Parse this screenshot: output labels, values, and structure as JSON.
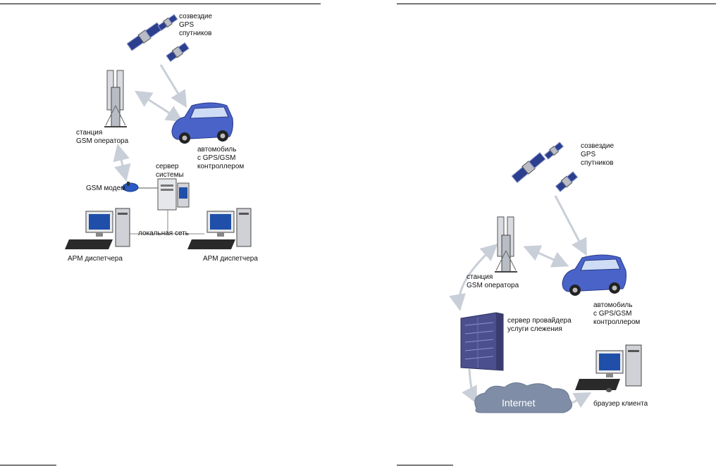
{
  "left_diagram": {
    "satellites": "созвездие\nGPS\nспутников",
    "station": "станция\nGSM оператора",
    "car": "автомобиль\nс GPS/GSM\nконтроллером",
    "server": "сервер\nсистемы",
    "modem": "GSM модем",
    "lan": "локальная сеть",
    "dispatcher_left": "АРМ диспетчера",
    "dispatcher_right": "АРМ диспетчера"
  },
  "right_diagram": {
    "satellites": "созвездие\nGPS\nспутников",
    "station": "станция\nGSM оператора",
    "car": "автомобиль\nс GPS/GSM\nконтроллером",
    "provider_server": "сервер провайдера\nуслуги слежения",
    "internet": "Internet",
    "client_browser": "браузер клиента"
  },
  "colors": {
    "arrow": "#c9cfd8",
    "car": "#4a63c9",
    "cloud": "#7f8ea6",
    "server_rack": "#4c4f8e",
    "monitor": "#1f4fa8"
  }
}
